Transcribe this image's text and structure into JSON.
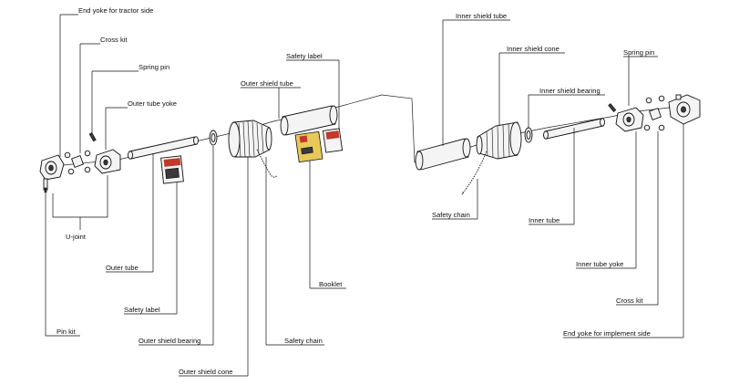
{
  "labels": {
    "end_yoke_tractor": "End yoke for tractor side",
    "cross_kit_left": "Cross kit",
    "spring_pin_left": "Spring pin",
    "outer_tube_yoke": "Outer tube yoke",
    "u_joint": "U-joint",
    "outer_tube": "Outer tube",
    "safety_label_left": "Safety label",
    "pin_kit": "Pin kit",
    "outer_shield_bearing": "Outer shield bearing",
    "outer_shield_cone": "Outer shield cone",
    "outer_shield_tube": "Outer shield tube",
    "safety_label_top": "Safety label",
    "booklet": "Booklet",
    "safety_chain_left": "Safety chain",
    "inner_shield_tube": "Inner shield tube",
    "inner_shield_cone": "Inner shield cone",
    "inner_shield_bearing": "Inner shield bearing",
    "spring_pin_right": "Spring pin",
    "safety_chain_right": "Safety chain",
    "inner_tube": "Inner tube",
    "inner_tube_yoke": "Inner tube yoke",
    "cross_kit_right": "Cross kit",
    "end_yoke_implement": "End yoke for implement side"
  }
}
